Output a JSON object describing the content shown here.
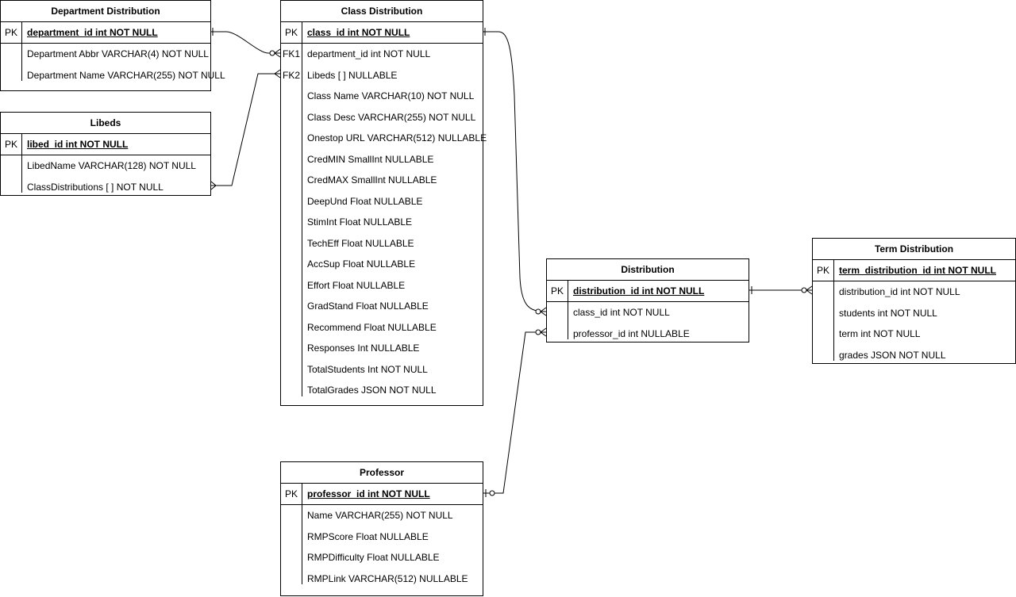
{
  "entities": {
    "department": {
      "title": "Department Distribution",
      "pk_label": "PK",
      "pk": "department_id int NOT NULL",
      "fields": [
        {
          "key": "",
          "text": "Department Abbr VARCHAR(4) NOT NULL"
        },
        {
          "key": "",
          "text": "Department Name VARCHAR(255) NOT NULL"
        }
      ]
    },
    "libeds": {
      "title": "Libeds",
      "pk_label": "PK",
      "pk": "libed_id int NOT NULL",
      "fields": [
        {
          "key": "",
          "text": "LibedName VARCHAR(128) NOT NULL"
        },
        {
          "key": "",
          "text": "ClassDistributions [ ] NOT NULL"
        }
      ]
    },
    "class_dist": {
      "title": "Class Distribution",
      "pk_label": "PK",
      "pk": "class_id int NOT NULL",
      "fields": [
        {
          "key": "FK1",
          "text": "department_id int NOT NULL"
        },
        {
          "key": "FK2",
          "text": "Libeds [ ] NULLABLE"
        },
        {
          "key": "",
          "text": "Class Name VARCHAR(10) NOT NULL"
        },
        {
          "key": "",
          "text": "Class Desc VARCHAR(255) NOT NULL"
        },
        {
          "key": "",
          "text": "Onestop URL VARCHAR(512) NULLABLE"
        },
        {
          "key": "",
          "text": "CredMIN SmallInt NULLABLE"
        },
        {
          "key": "",
          "text": "CredMAX SmallInt NULLABLE"
        },
        {
          "key": "",
          "text": "DeepUnd Float NULLABLE"
        },
        {
          "key": "",
          "text": "StimInt Float NULLABLE"
        },
        {
          "key": "",
          "text": "TechEff Float NULLABLE"
        },
        {
          "key": "",
          "text": "AccSup Float NULLABLE"
        },
        {
          "key": "",
          "text": "Effort Float NULLABLE"
        },
        {
          "key": "",
          "text": "GradStand Float NULLABLE"
        },
        {
          "key": "",
          "text": "Recommend Float NULLABLE"
        },
        {
          "key": "",
          "text": "Responses Int NULLABLE"
        },
        {
          "key": "",
          "text": "TotalStudents Int NOT NULL"
        },
        {
          "key": "",
          "text": "TotalGrades JSON NOT NULL"
        }
      ]
    },
    "professor": {
      "title": "Professor",
      "pk_label": "PK",
      "pk": "professor_id int NOT NULL",
      "fields": [
        {
          "key": "",
          "text": "Name VARCHAR(255) NOT NULL"
        },
        {
          "key": "",
          "text": "RMPScore Float NULLABLE"
        },
        {
          "key": "",
          "text": "RMPDifficulty Float NULLABLE"
        },
        {
          "key": "",
          "text": "RMPLink VARCHAR(512) NULLABLE"
        }
      ]
    },
    "distribution": {
      "title": "Distribution",
      "pk_label": "PK",
      "pk": "distribution_id int NOT NULL",
      "fields": [
        {
          "key": "",
          "text": "class_id int NOT NULL"
        },
        {
          "key": "",
          "text": "professor_id int NULLABLE"
        }
      ]
    },
    "term": {
      "title": "Term Distribution",
      "pk_label": "PK",
      "pk": "term_distribution_id int NOT NULL",
      "fields": [
        {
          "key": "",
          "text": "distribution_id int NOT NULL"
        },
        {
          "key": "",
          "text": "students int NOT NULL"
        },
        {
          "key": "",
          "text": "term int NOT NULL"
        },
        {
          "key": "",
          "text": "grades JSON NOT NULL"
        }
      ]
    }
  },
  "relationships": [
    {
      "from": "department",
      "to": "class_dist",
      "from_end": "one",
      "to_end": "zero-or-many"
    },
    {
      "from": "libeds",
      "to": "class_dist",
      "from_end": "many",
      "to_end": "many"
    },
    {
      "from": "class_dist",
      "to": "distribution",
      "from_end": "one",
      "to_end": "zero-or-many"
    },
    {
      "from": "professor",
      "to": "distribution",
      "from_end": "zero-or-one",
      "to_end": "zero-or-many"
    },
    {
      "from": "distribution",
      "to": "term",
      "from_end": "one",
      "to_end": "zero-or-many"
    }
  ],
  "colors": {
    "line": "#000000",
    "background": "#ffffff"
  }
}
